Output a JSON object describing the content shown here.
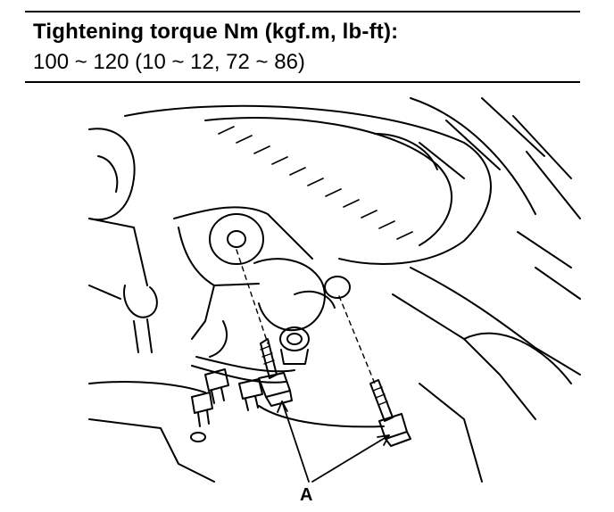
{
  "spec": {
    "title": "Tightening torque Nm (kgf.m, lb-ft):",
    "value": "100 ~ 120 (10 ~ 12, 72 ~ 86)"
  },
  "callouts": {
    "bolt_label": "A"
  }
}
